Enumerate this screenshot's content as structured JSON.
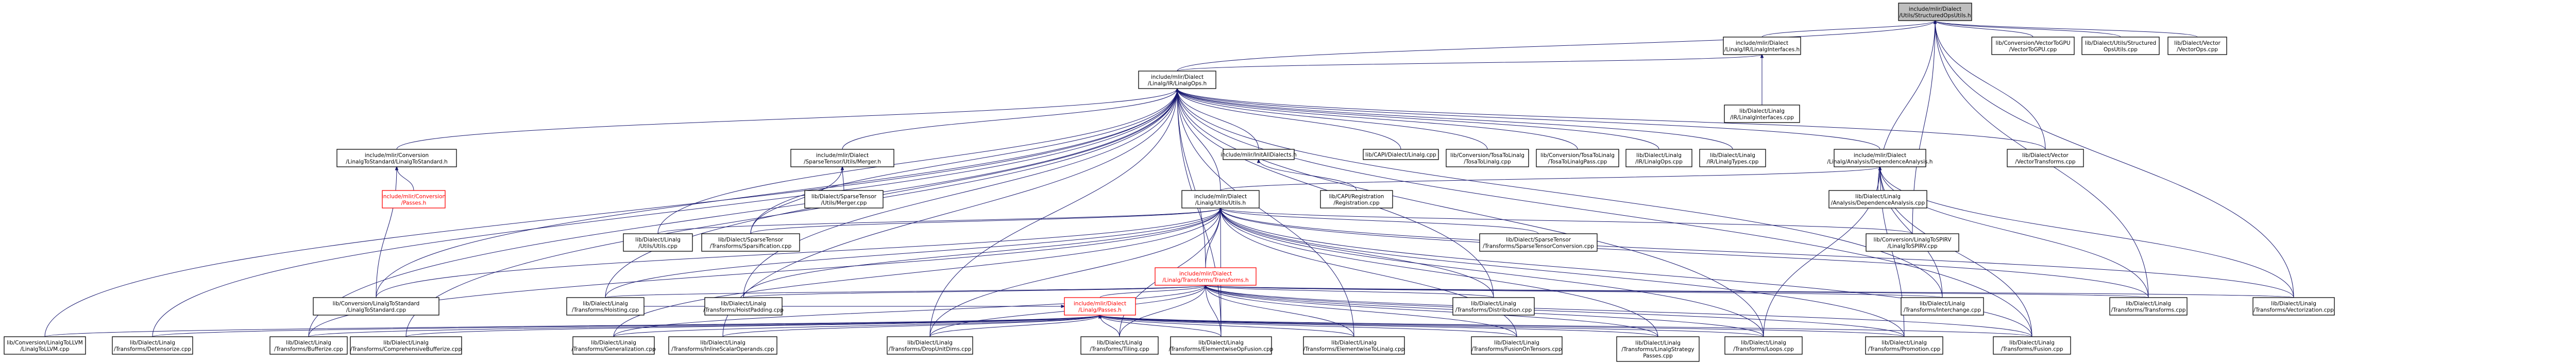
{
  "graph": {
    "colors": {
      "edge": "#191970",
      "root_fill": "#bfbfbf",
      "node_border": "#000000",
      "red_node": "#ff0000",
      "background": "#ffffff"
    },
    "nodes": [
      {
        "id": "n0",
        "lines": [
          "include/mlir/Dialect",
          "/Utils/StructuredOpsUtils.h"
        ],
        "style": "hl"
      },
      {
        "id": "n1",
        "lines": [
          "include/mlir/Dialect",
          "/Linalg/IR/LinalgInterfaces.h"
        ]
      },
      {
        "id": "n2",
        "lines": [
          "lib/Conversion/VectorToGPU",
          "/VectorToGPU.cpp"
        ]
      },
      {
        "id": "n3",
        "lines": [
          "lib/Dialect/Utils/Structured",
          "OpsUtils.cpp"
        ]
      },
      {
        "id": "n4",
        "lines": [
          "lib/Dialect/Vector",
          "/VectorOps.cpp"
        ]
      },
      {
        "id": "n5",
        "lines": [
          "include/mlir/Dialect",
          "/Linalg/IR/LinalgOps.h"
        ]
      },
      {
        "id": "n6",
        "lines": [
          "lib/Dialect/Linalg",
          "/IR/LinalgInterfaces.cpp"
        ]
      },
      {
        "id": "n7",
        "lines": [
          "include/mlir/Conversion",
          "/LinalgToStandard/LinalgToStandard.h"
        ]
      },
      {
        "id": "n8",
        "lines": [
          "include/mlir/Conversion",
          "/Passes.h"
        ],
        "style": "red"
      },
      {
        "id": "n9",
        "lines": [
          "include/mlir/Dialect",
          "/SparseTensor/Utils/Merger.h"
        ]
      },
      {
        "id": "n10",
        "lines": [
          "lib/Dialect/SparseTensor",
          "/Utils/Merger.cpp"
        ]
      },
      {
        "id": "n11",
        "lines": [
          "include/mlir/InitAllDialects.h"
        ]
      },
      {
        "id": "n12",
        "lines": [
          "lib/CAPI/Registration",
          "/Registration.cpp"
        ]
      },
      {
        "id": "n13",
        "lines": [
          "lib/CAPI/Dialect/Linalg.cpp"
        ]
      },
      {
        "id": "n14",
        "lines": [
          "lib/Conversion/TosaToLinalg",
          "/TosaToLinalg.cpp"
        ]
      },
      {
        "id": "n15",
        "lines": [
          "lib/Conversion/TosaToLinalg",
          "/TosaToLinalgPass.cpp"
        ]
      },
      {
        "id": "n16",
        "lines": [
          "lib/Dialect/Linalg",
          "/IR/LinalgOps.cpp"
        ]
      },
      {
        "id": "n17",
        "lines": [
          "lib/Dialect/Linalg",
          "/IR/LinalgTypes.cpp"
        ]
      },
      {
        "id": "n18",
        "lines": [
          "include/mlir/Dialect",
          "/Linalg/Analysis/DependenceAnalysis.h"
        ]
      },
      {
        "id": "n19",
        "lines": [
          "lib/Dialect/Vector",
          "/VectorTransforms.cpp"
        ]
      },
      {
        "id": "n20",
        "lines": [
          "include/mlir/Dialect",
          "/Linalg/Utils/Utils.h"
        ]
      },
      {
        "id": "n21",
        "lines": [
          "lib/Dialect/Linalg",
          "/Analysis/DependenceAnalysis.cpp"
        ]
      },
      {
        "id": "n22",
        "lines": [
          "lib/Dialect/Linalg",
          "/Utils/Utils.cpp"
        ]
      },
      {
        "id": "n23",
        "lines": [
          "lib/Dialect/SparseTensor",
          "/Transforms/Sparsification.cpp"
        ]
      },
      {
        "id": "n24",
        "lines": [
          "include/mlir/Dialect",
          "/Linalg/Transforms/Transforms.h"
        ],
        "style": "red"
      },
      {
        "id": "n25",
        "lines": [
          "lib/Dialect/SparseTensor",
          "/Transforms/SparseTensorConversion.cpp"
        ]
      },
      {
        "id": "n26",
        "lines": [
          "lib/Conversion/LinalgToSPIRV",
          "/LinalgToSPIRV.cpp"
        ]
      },
      {
        "id": "n27",
        "lines": [
          "lib/Conversion/LinalgToStandard",
          "/LinalgToStandard.cpp"
        ]
      },
      {
        "id": "n28",
        "lines": [
          "lib/Dialect/Linalg",
          "/Transforms/Hoisting.cpp"
        ]
      },
      {
        "id": "n29",
        "lines": [
          "lib/Dialect/Linalg",
          "/Transforms/HoistPadding.cpp"
        ]
      },
      {
        "id": "n30",
        "lines": [
          "lib/Dialect/Linalg",
          "/Transforms/Distribution.cpp"
        ]
      },
      {
        "id": "n31",
        "lines": [
          "lib/Dialect/Linalg",
          "/Transforms/Interchange.cpp"
        ]
      },
      {
        "id": "n32",
        "lines": [
          "lib/Dialect/Linalg",
          "/Transforms/Transforms.cpp"
        ]
      },
      {
        "id": "n33",
        "lines": [
          "lib/Dialect/Linalg",
          "/Transforms/Vectorization.cpp"
        ]
      },
      {
        "id": "n34",
        "lines": [
          "include/mlir/Dialect",
          "/Linalg/Passes.h"
        ],
        "style": "red"
      },
      {
        "id": "n35",
        "lines": [
          "lib/Conversion/LinalgToLLVM",
          "/LinalgToLLVM.cpp"
        ]
      },
      {
        "id": "n36",
        "lines": [
          "lib/Dialect/Linalg",
          "/Transforms/Detensorize.cpp"
        ]
      },
      {
        "id": "n37",
        "lines": [
          "lib/Dialect/Linalg",
          "/Transforms/Bufferize.cpp"
        ]
      },
      {
        "id": "n38",
        "lines": [
          "lib/Dialect/Linalg",
          "/Transforms/ComprehensiveBufferize.cpp"
        ]
      },
      {
        "id": "n39",
        "lines": [
          "lib/Dialect/Linalg",
          "/Transforms/Generalization.cpp"
        ]
      },
      {
        "id": "n40",
        "lines": [
          "lib/Dialect/Linalg",
          "/Transforms/InlineScalarOperands.cpp"
        ]
      },
      {
        "id": "n41",
        "lines": [
          "lib/Dialect/Linalg",
          "/Transforms/DropUnitDims.cpp"
        ]
      },
      {
        "id": "n42",
        "lines": [
          "lib/Dialect/Linalg",
          "/Transforms/Tiling.cpp"
        ]
      },
      {
        "id": "n43",
        "lines": [
          "lib/Dialect/Linalg",
          "/Transforms/ElementwiseOpFusion.cpp"
        ]
      },
      {
        "id": "n44",
        "lines": [
          "lib/Dialect/Linalg",
          "/Transforms/ElementwiseToLinalg.cpp"
        ]
      },
      {
        "id": "n45",
        "lines": [
          "lib/Dialect/Linalg",
          "/Transforms/FusionOnTensors.cpp"
        ]
      },
      {
        "id": "n46",
        "lines": [
          "lib/Dialect/Linalg",
          "/Transforms/LinalgStrategy",
          "Passes.cpp"
        ]
      },
      {
        "id": "n47",
        "lines": [
          "lib/Dialect/Linalg",
          "/Transforms/Loops.cpp"
        ]
      },
      {
        "id": "n48",
        "lines": [
          "lib/Dialect/Linalg",
          "/Transforms/Promotion.cpp"
        ]
      },
      {
        "id": "n49",
        "lines": [
          "lib/Dialect/Linalg",
          "/Transforms/Fusion.cpp"
        ]
      }
    ],
    "edges": [
      [
        "n1",
        "n0"
      ],
      [
        "n2",
        "n0"
      ],
      [
        "n3",
        "n0"
      ],
      [
        "n4",
        "n0"
      ],
      [
        "n5",
        "n0"
      ],
      [
        "n19",
        "n0"
      ],
      [
        "n21",
        "n0"
      ],
      [
        "n26",
        "n0"
      ],
      [
        "n32",
        "n0"
      ],
      [
        "n33",
        "n0"
      ],
      [
        "n5",
        "n1"
      ],
      [
        "n6",
        "n1"
      ],
      [
        "n7",
        "n5"
      ],
      [
        "n9",
        "n5"
      ],
      [
        "n11",
        "n5"
      ],
      [
        "n13",
        "n5"
      ],
      [
        "n14",
        "n5"
      ],
      [
        "n15",
        "n5"
      ],
      [
        "n16",
        "n5"
      ],
      [
        "n17",
        "n5"
      ],
      [
        "n18",
        "n5"
      ],
      [
        "n19",
        "n5"
      ],
      [
        "n20",
        "n5"
      ],
      [
        "n22",
        "n5"
      ],
      [
        "n23",
        "n5"
      ],
      [
        "n24",
        "n5"
      ],
      [
        "n27",
        "n5"
      ],
      [
        "n28",
        "n5"
      ],
      [
        "n29",
        "n5"
      ],
      [
        "n30",
        "n5"
      ],
      [
        "n31",
        "n5"
      ],
      [
        "n35",
        "n5"
      ],
      [
        "n36",
        "n5"
      ],
      [
        "n37",
        "n5"
      ],
      [
        "n38",
        "n5"
      ],
      [
        "n40",
        "n5"
      ],
      [
        "n41",
        "n5"
      ],
      [
        "n43",
        "n5"
      ],
      [
        "n44",
        "n5"
      ],
      [
        "n47",
        "n5"
      ],
      [
        "n49",
        "n5"
      ],
      [
        "n8",
        "n7"
      ],
      [
        "n27",
        "n7"
      ],
      [
        "n10",
        "n9"
      ],
      [
        "n23",
        "n9"
      ],
      [
        "n12",
        "n11"
      ],
      [
        "n20",
        "n18"
      ],
      [
        "n21",
        "n18"
      ],
      [
        "n32",
        "n18"
      ],
      [
        "n33",
        "n18"
      ],
      [
        "n31",
        "n18"
      ],
      [
        "n47",
        "n18"
      ],
      [
        "n48",
        "n18"
      ],
      [
        "n49",
        "n18"
      ],
      [
        "n22",
        "n20"
      ],
      [
        "n23",
        "n20"
      ],
      [
        "n24",
        "n20"
      ],
      [
        "n25",
        "n20"
      ],
      [
        "n26",
        "n20"
      ],
      [
        "n27",
        "n20"
      ],
      [
        "n28",
        "n20"
      ],
      [
        "n29",
        "n20"
      ],
      [
        "n30",
        "n20"
      ],
      [
        "n32",
        "n20"
      ],
      [
        "n33",
        "n20"
      ],
      [
        "n37",
        "n20"
      ],
      [
        "n39",
        "n20"
      ],
      [
        "n41",
        "n20"
      ],
      [
        "n42",
        "n20"
      ],
      [
        "n43",
        "n20"
      ],
      [
        "n45",
        "n20"
      ],
      [
        "n46",
        "n20"
      ],
      [
        "n47",
        "n20"
      ],
      [
        "n48",
        "n20"
      ],
      [
        "n49",
        "n20"
      ],
      [
        "n28",
        "n24"
      ],
      [
        "n29",
        "n24"
      ],
      [
        "n30",
        "n24"
      ],
      [
        "n31",
        "n24"
      ],
      [
        "n32",
        "n24"
      ],
      [
        "n33",
        "n24"
      ],
      [
        "n34",
        "n24"
      ],
      [
        "n39",
        "n24"
      ],
      [
        "n41",
        "n24"
      ],
      [
        "n42",
        "n24"
      ],
      [
        "n43",
        "n24"
      ],
      [
        "n44",
        "n24"
      ],
      [
        "n45",
        "n24"
      ],
      [
        "n46",
        "n24"
      ],
      [
        "n47",
        "n24"
      ],
      [
        "n48",
        "n24"
      ],
      [
        "n49",
        "n24"
      ],
      [
        "n35",
        "n34"
      ],
      [
        "n36",
        "n34"
      ],
      [
        "n37",
        "n34"
      ],
      [
        "n38",
        "n34"
      ],
      [
        "n39",
        "n34"
      ],
      [
        "n40",
        "n34"
      ],
      [
        "n41",
        "n34"
      ],
      [
        "n42",
        "n34"
      ],
      [
        "n43",
        "n34"
      ],
      [
        "n44",
        "n34"
      ],
      [
        "n45",
        "n34"
      ],
      [
        "n46",
        "n34"
      ],
      [
        "n47",
        "n34"
      ],
      [
        "n48",
        "n34"
      ],
      [
        "n49",
        "n34"
      ],
      [
        "n28",
        "n34"
      ]
    ]
  }
}
